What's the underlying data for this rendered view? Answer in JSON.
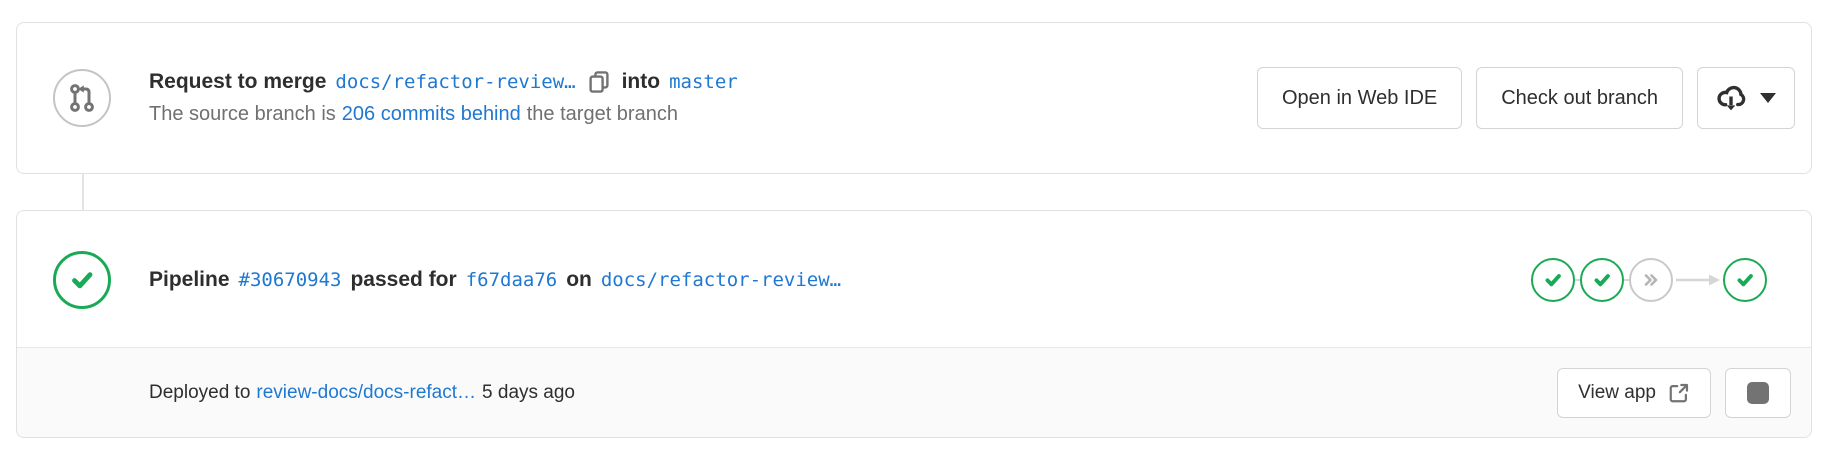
{
  "colors": {
    "link_blue": "#1f78d1",
    "success_green": "#1aaa55",
    "skipped_gray": "#c9c9c9",
    "text_dark": "#2e2e2e",
    "text_gray": "#707070",
    "footer_bg": "#fafafa"
  },
  "merge_request": {
    "prefix": "Request to merge",
    "source_branch": "docs/refactor-review…",
    "middle": "into",
    "target_branch": "master",
    "divergence": {
      "before": "The source branch is",
      "link": "206 commits behind",
      "after": "the target branch"
    }
  },
  "actions": {
    "web_ide_label": "Open in Web IDE",
    "checkout_label": "Check out branch"
  },
  "pipeline": {
    "label": "Pipeline",
    "id": "#30670943",
    "status_text": "passed for",
    "commit": "f67daa76",
    "on_text": "on",
    "branch": "docs/refactor-review…",
    "stages": [
      {
        "status": "passed"
      },
      {
        "status": "passed"
      },
      {
        "status": "skipped"
      },
      {
        "status": "passed"
      }
    ]
  },
  "deployment": {
    "prefix": "Deployed to",
    "environment": "review-docs/docs-refact…",
    "time_ago": "5 days ago",
    "view_app_label": "View app"
  }
}
